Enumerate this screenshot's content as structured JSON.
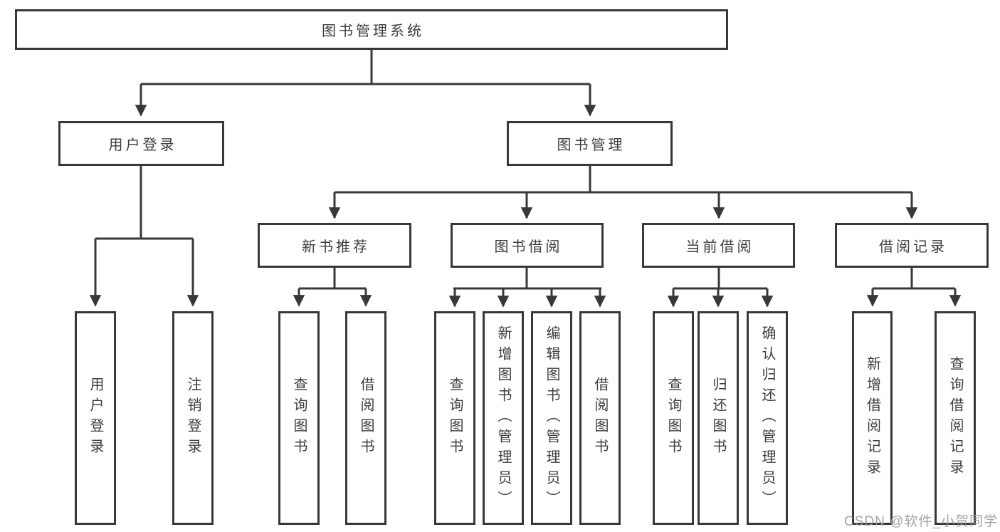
{
  "nodes": {
    "root": "图书管理系统",
    "level2": [
      "用户登录",
      "图书管理"
    ],
    "level3": [
      "新书推荐",
      "图书借阅",
      "当前借阅",
      "借阅记录"
    ],
    "leaves_user_login": [
      "用户登录",
      "注销登录"
    ],
    "leaves_new_book": [
      "查询图书",
      "借阅图书"
    ],
    "leaves_book_borrow": [
      "查询图书",
      "新增图书（管理员）",
      "编辑图书（管理员）",
      "借阅图书"
    ],
    "leaves_current_borrow": [
      "查询图书",
      "归还图书",
      "确认归还（管理员）"
    ],
    "leaves_borrow_record": [
      "新增借阅记录",
      "查询借阅记录"
    ]
  },
  "watermark": {
    "text": "CSDN @软件_小贺同学",
    "color": "#9b9b9b"
  },
  "colors": {
    "line": "#383838",
    "text": "#3e3e3e",
    "background": "#ffffff"
  }
}
